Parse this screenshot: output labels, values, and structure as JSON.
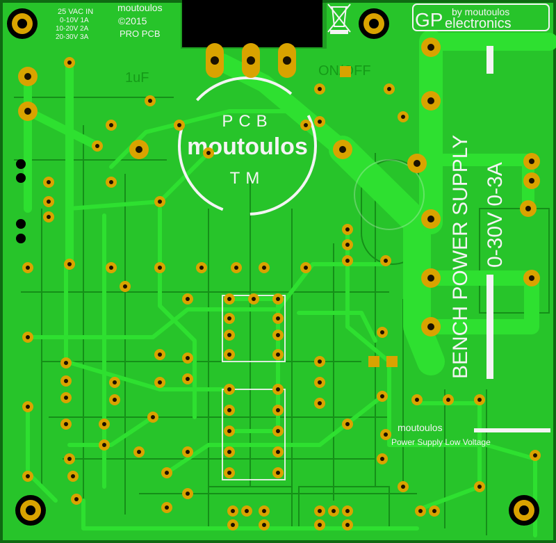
{
  "board": {
    "colors": {
      "base": "#0f6a12",
      "copper": "#27c42a",
      "copper_dark": "#1aa21d",
      "pad": "#d9a300",
      "pad_hole": "#1b1200",
      "silk": "#f4f4f4",
      "window": "#000000"
    },
    "ratings": {
      "line1": "25 VAC IN",
      "line2": "0-10V 1A",
      "line3": "10-20V 2A",
      "line4": "20-30V 3A"
    },
    "copyright": {
      "brand": "moutoulos",
      "year_line": "©2015",
      "label": "PRO PCB"
    },
    "logo": {
      "top": "PCB",
      "name": "moutoulos",
      "bottom": "TM"
    },
    "gp_logo": {
      "by_line": "by moutoulos",
      "gp": "GP",
      "electronics": "electronics"
    },
    "vertical_title": {
      "line1": "BENCH POWER SUPPLY",
      "line2": "0-30V 0-3A"
    },
    "footer_brand": {
      "name": "moutoulos",
      "subtitle": "Power Supply Low Voltage"
    },
    "icons": [
      "weee-bin-icon",
      "copyright-icon",
      "mounting-hole-icon"
    ]
  }
}
